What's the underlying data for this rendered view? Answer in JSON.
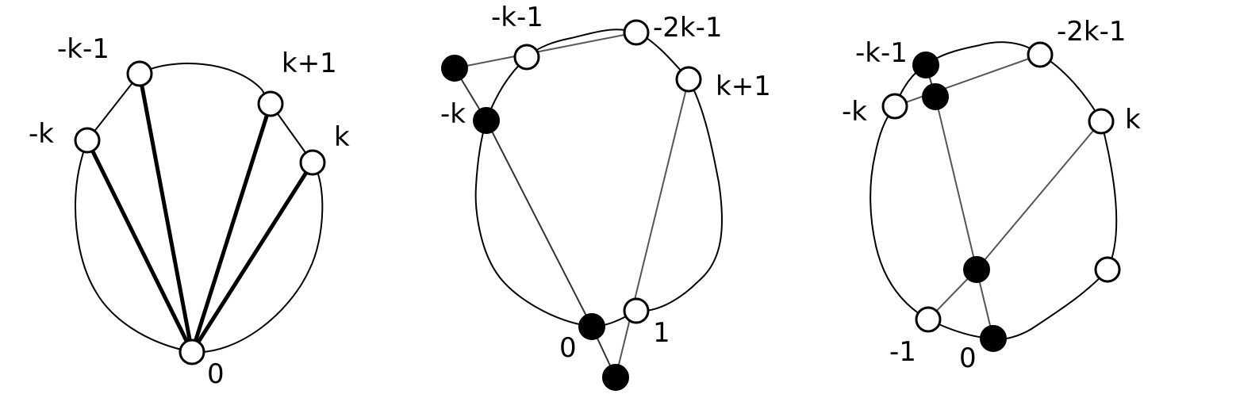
{
  "panels": [
    {
      "id": "left",
      "labels": {
        "m_k_1": "-k-1",
        "m_k": "-k",
        "k_plus_1": "k+1",
        "k": "k",
        "zero": "0"
      }
    },
    {
      "id": "middle",
      "labels": {
        "m_k_1": "-k-1",
        "m_2k_1": "-2k-1",
        "k_plus_1": "k+1",
        "m_k": "-k",
        "zero": "0",
        "one": "1"
      }
    },
    {
      "id": "right",
      "labels": {
        "m_k_1": "-k-1",
        "m_2k_1": "-2k-1",
        "m_k": "-k",
        "k": "k",
        "m_1": "-1",
        "zero": "0"
      }
    }
  ],
  "colors": {
    "stroke": "#000000",
    "thin_edge": "#555555",
    "filled_vertex": "#000000",
    "open_vertex": "#ffffff"
  }
}
